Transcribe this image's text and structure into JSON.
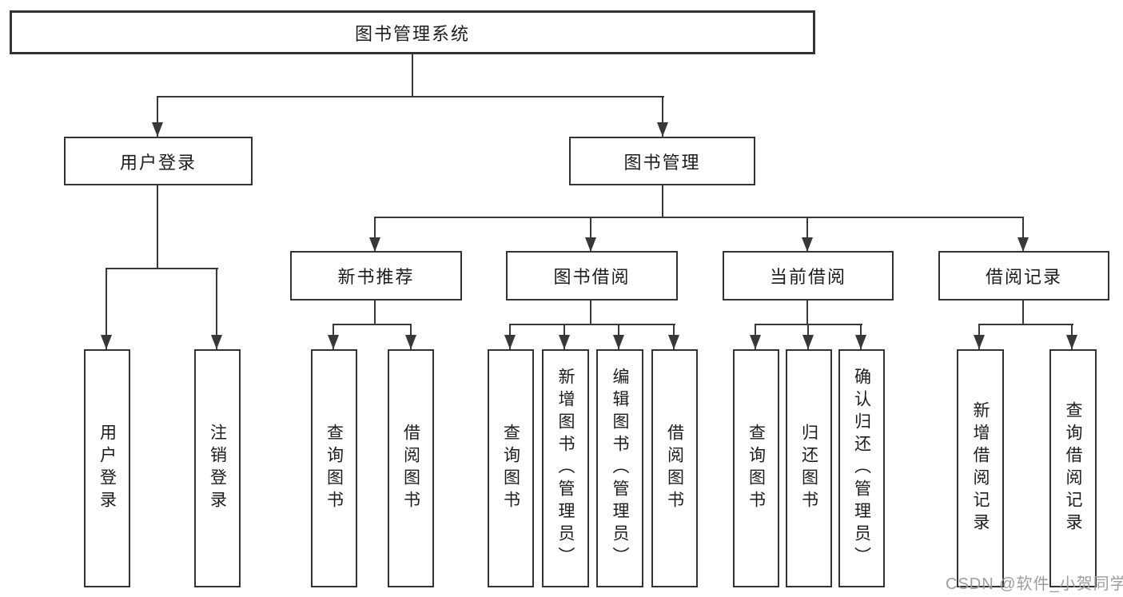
{
  "diagram": {
    "root": "图书管理系统",
    "level2": [
      {
        "label": "用户登录",
        "leaves": [
          "用户登录",
          "注销登录"
        ]
      },
      {
        "label": "图书管理",
        "level3": [
          {
            "label": "新书推荐",
            "leaves": [
              "查询图书",
              "借阅图书"
            ]
          },
          {
            "label": "图书借阅",
            "leaves": [
              "查询图书",
              "新增图书（管理员）",
              "编辑图书（管理员）",
              "借阅图书"
            ]
          },
          {
            "label": "当前借阅",
            "leaves": [
              "查询图书",
              "归还图书",
              "确认归还（管理员）"
            ]
          },
          {
            "label": "借阅记录",
            "leaves": [
              "新增借阅记录",
              "查询借阅记录"
            ]
          }
        ]
      }
    ]
  },
  "watermark": "CSDN @软件_小贺同学",
  "colors": {
    "line": "#383838",
    "border": "#333333",
    "text": "#1c1c1c",
    "watermark": "#9d9d9d",
    "background": "#ffffff"
  }
}
